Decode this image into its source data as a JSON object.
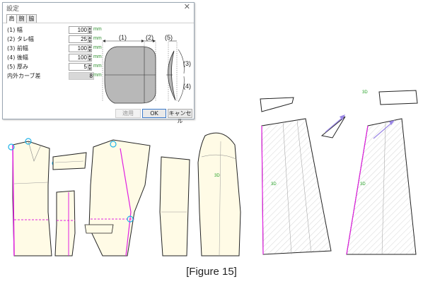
{
  "dialog": {
    "title": "設定",
    "close_glyph": "✕",
    "tabs": [
      "肩",
      "腕",
      "脇"
    ],
    "fields": [
      {
        "label": "(1) 幅",
        "value": "100",
        "unit": "mm"
      },
      {
        "label": "(2) タレ幅",
        "value": "25",
        "unit": "mm"
      },
      {
        "label": "(3) 前幅",
        "value": "100",
        "unit": "mm"
      },
      {
        "label": "(4) 後幅",
        "value": "100",
        "unit": "mm"
      },
      {
        "label": "(5) 厚み",
        "value": "5",
        "unit": "mm"
      }
    ],
    "readonly_field": {
      "label": "内外カーブ差",
      "value": "8",
      "unit": "mm"
    },
    "diagram_labels": [
      "(1)",
      "(2)",
      "(5)",
      "(3)",
      "(4)"
    ],
    "buttons": {
      "apply": "適用",
      "ok": "OK",
      "cancel": "キャンセル"
    }
  },
  "caption": "[Figure 15]",
  "colors": {
    "pattern_fill": "#fffbe6",
    "seam_magenta": "#e020e0",
    "marker_cyan": "#1fb3e8",
    "marker_green": "#29a329",
    "arrow_purple": "#9a86e6",
    "hatch": "#d0d0d0"
  }
}
